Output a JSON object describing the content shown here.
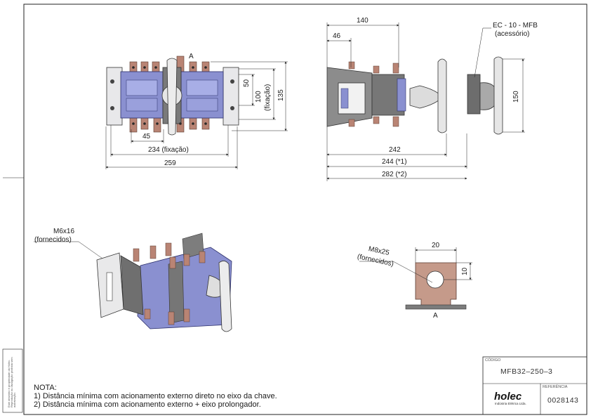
{
  "title_block": {
    "code_label": "CÓDIGO",
    "code": "MFB32–250–3",
    "ref_label": "REFERÊNCIA",
    "reference": "0028143",
    "brand": "holec",
    "brand_sub": "Indústria Elétrica Ltda."
  },
  "legal_note": "Este desenho é propriedade da Holec. Reprodução ou divulgação proibida sem autorização.",
  "notes": {
    "heading": "NOTA:",
    "line1": "1) Distância mínima com acionamento externo direto no eixo da chave.",
    "line2": "2) Distância mínima com acionamento externo + eixo prolongador."
  },
  "front_view": {
    "label_a": "A",
    "dim_45": "45",
    "dim_234": "234 (fixação)",
    "dim_259": "259",
    "dim_50": "50",
    "dim_100a": "100",
    "dim_100b": "(fixação)",
    "dim_135": "135"
  },
  "side_view": {
    "dim_140": "140",
    "dim_46": "46",
    "dim_242": "242",
    "dim_244": "244 (*1)",
    "dim_282": "282 (*2)",
    "dim_150": "150",
    "accessory_a": "EC - 10 - MFB",
    "accessory_b": "(acessório)"
  },
  "iso_view": {
    "screw_a": "M6x16",
    "screw_b": "(fornecidos)"
  },
  "detail_a": {
    "screw_a": "M8x25",
    "screw_b": "(fornecidos)",
    "dim_20": "20",
    "dim_10": "10",
    "label": "A"
  },
  "colors": {
    "body_blue": "#8a90d0",
    "terminal_copper": "#b98474",
    "plate_grey": "#6d6d6d",
    "handle_light": "#e6e6e6",
    "line": "#222222"
  }
}
